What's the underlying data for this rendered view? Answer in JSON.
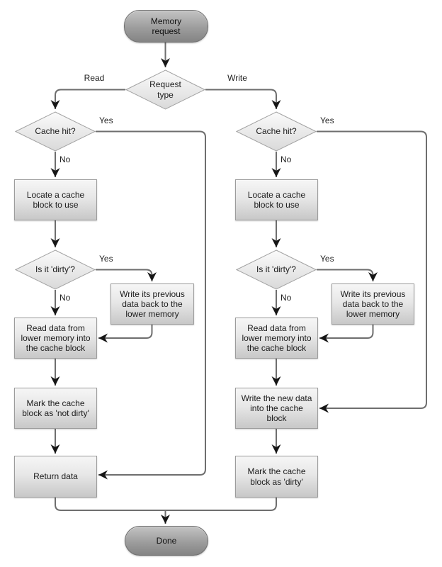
{
  "flowchart": {
    "nodes": {
      "start": "Memory request",
      "request_type": "Request type",
      "cache_hit": "Cache hit?",
      "locate_block": "Locate a cache block to use",
      "is_dirty": "Is it 'dirty'?",
      "write_back": "Write its previous data back to the lower memory",
      "read_lower": "Read data from lower memory into the cache block",
      "mark_not_dirty": "Mark the cache block as 'not dirty'",
      "return_data": "Return data",
      "write_new": "Write the new data into the cache block",
      "mark_dirty": "Mark the cache block as 'dirty'",
      "done": "Done"
    },
    "edge_labels": {
      "read": "Read",
      "write": "Write",
      "yes": "Yes",
      "no": "No"
    },
    "colors": {
      "terminal_fill_top": "#c3c3c3",
      "terminal_fill_bottom": "#848484",
      "process_fill_top": "#f6f6f6",
      "process_fill_bottom": "#c8c8c8",
      "diamond_fill_top": "#fbfbfb",
      "diamond_fill_bottom": "#d9d9d9",
      "shape_border": "#9c9c9c",
      "connector_line": "#6e6e6e",
      "arrowhead": "#161616",
      "text": "#1c1c1c",
      "background": "#ffffff"
    }
  }
}
